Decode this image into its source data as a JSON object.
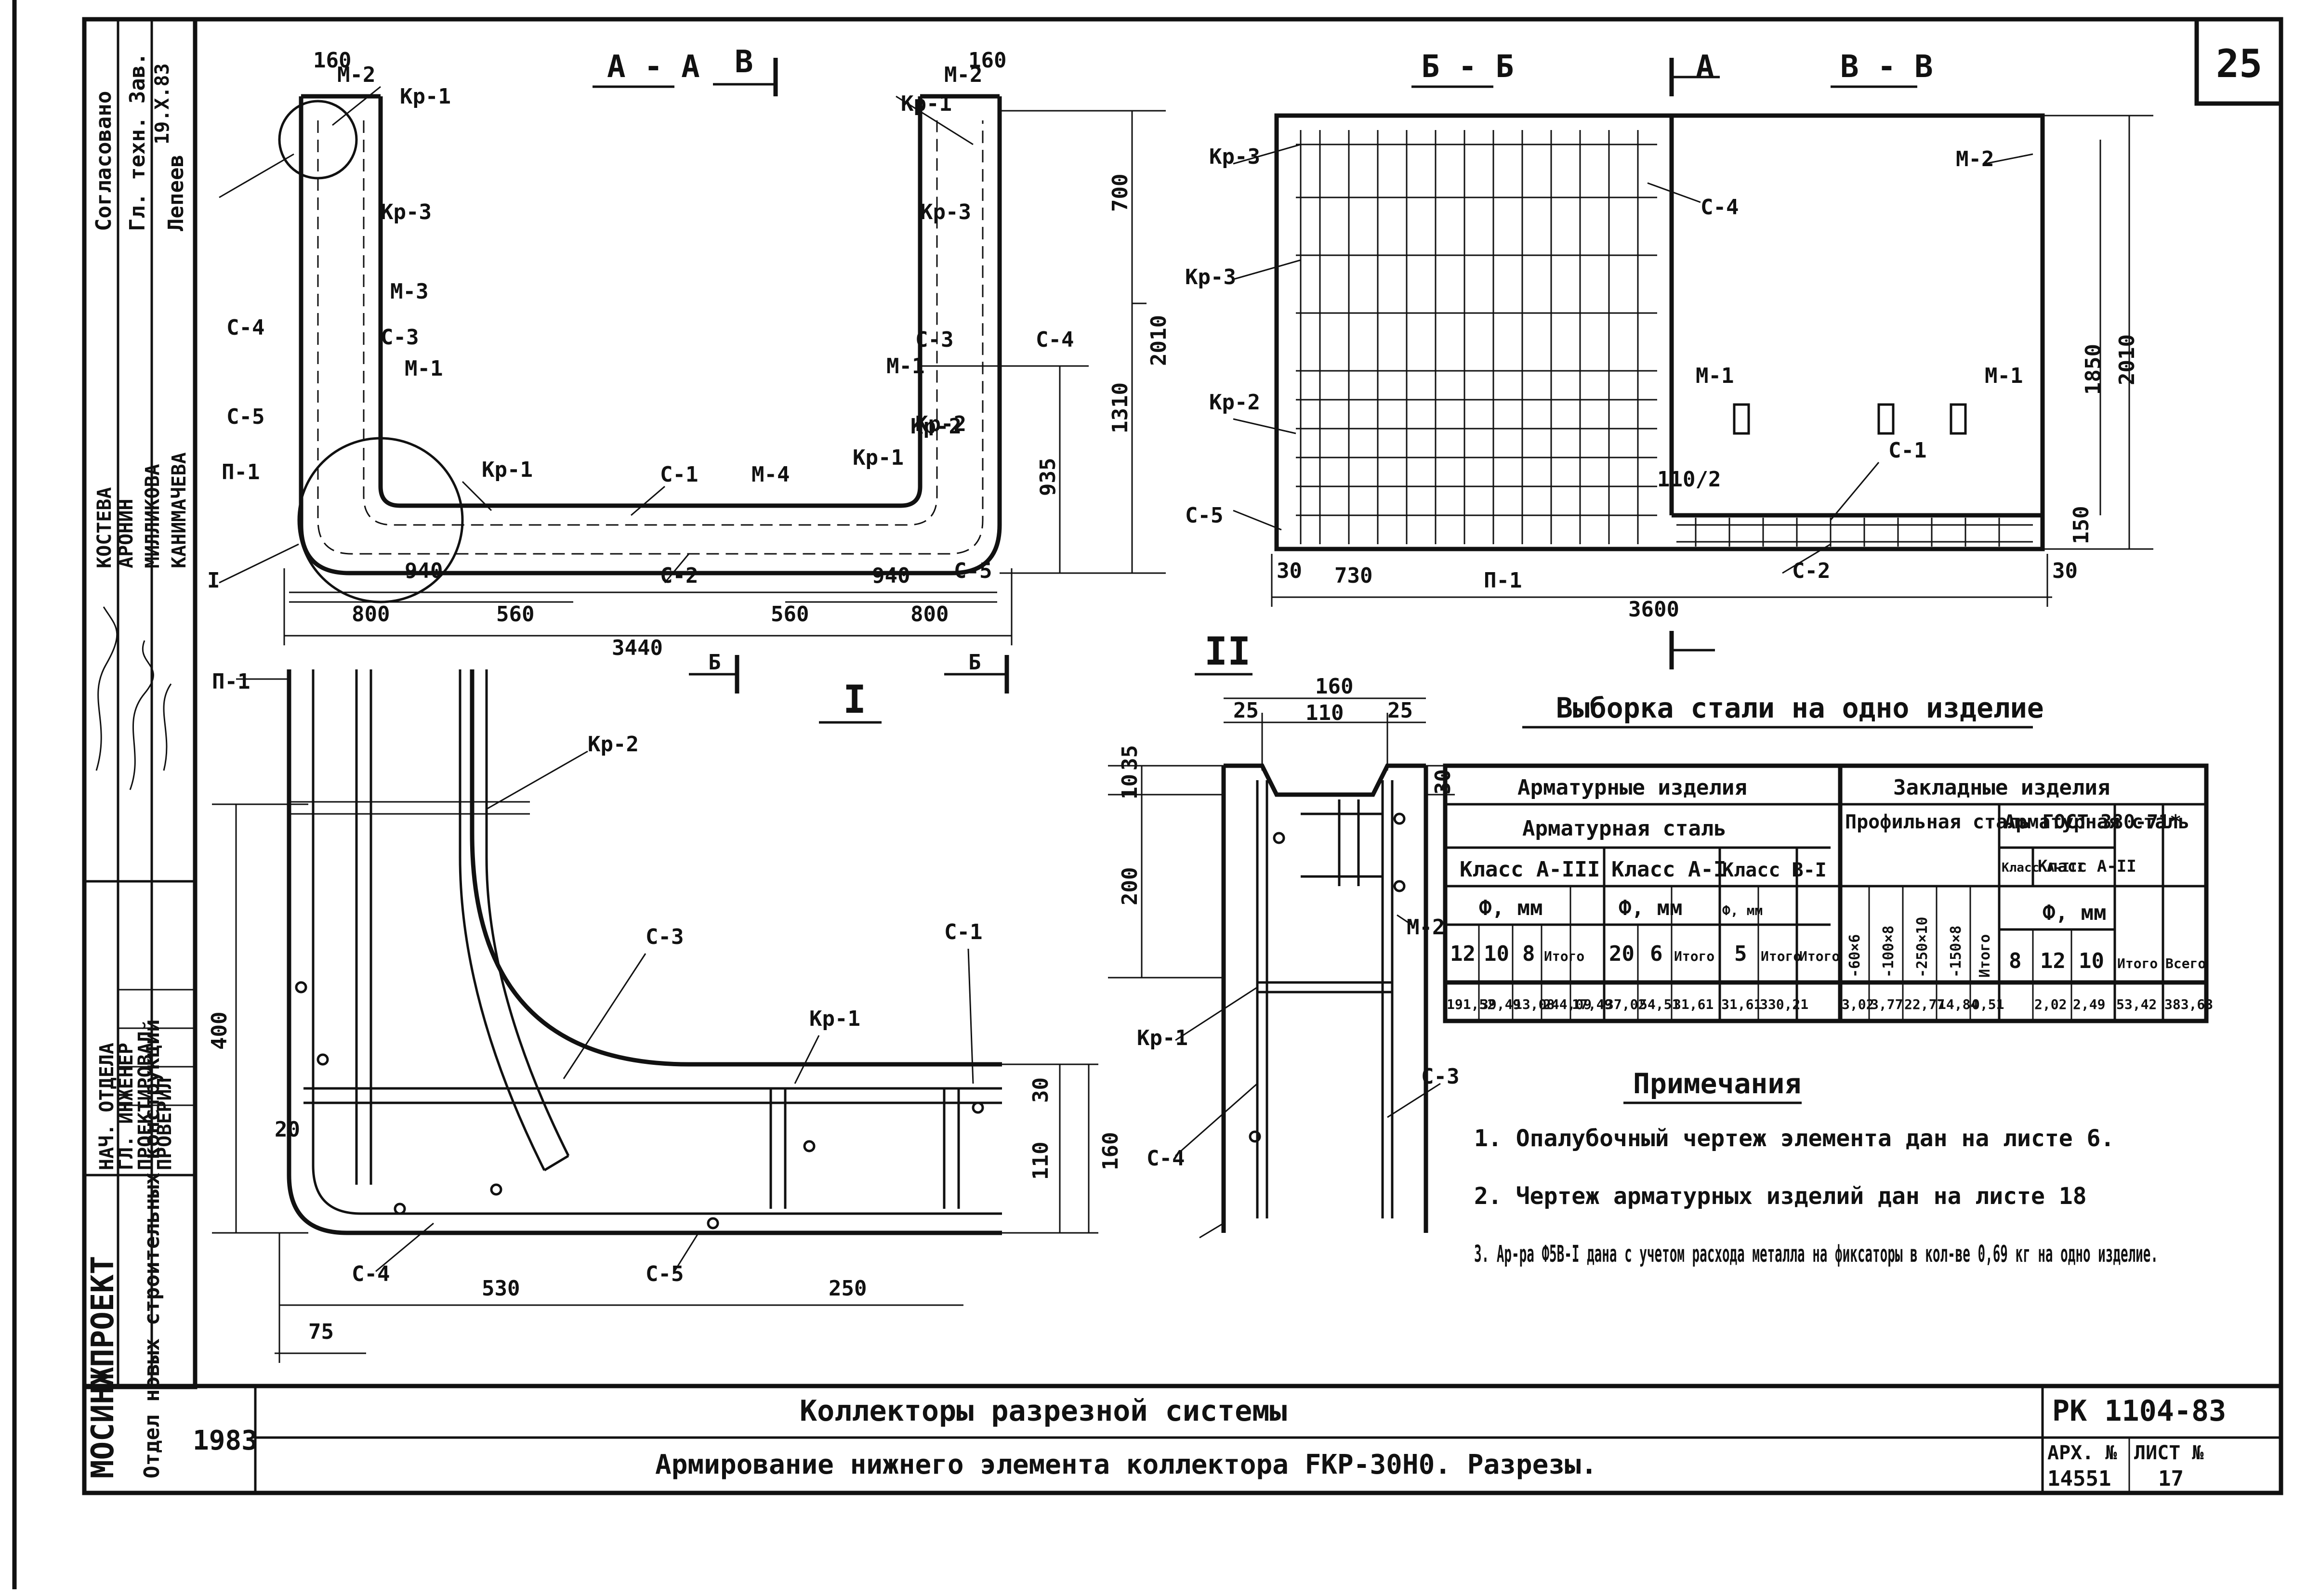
{
  "sheet": {
    "page_number": "25",
    "code": "PK 1104-83",
    "year": "1983",
    "title_main": "Коллекторы разрезной системы",
    "title_sub": "Армирование нижнего элемента коллектора FKP-30H0. Разрезы.",
    "arch_no_label": "АРХ. №",
    "arch_no": "14551",
    "sheet_label": "ЛИСТ №",
    "sheet_no": "17",
    "organization": "МОСИНЖПРОЕКТ",
    "department": "Отдел новых строительных конструкций"
  },
  "stamp": {
    "agreed": [
      "Согласовано",
      "Гл. техн. Зав.",
      "Лепеев"
    ],
    "agreed_sign_date": "19.X.83",
    "roles": [
      "НАЧ. ОТДЕЛА",
      "ГЛ. ИНЖЕНЕР",
      "ПРОЕКТИРОВАЛ",
      "ПРОВЕРИЛ"
    ],
    "names": [
      "КОСТЕВА",
      "АРОНИН",
      "МИЛЛИКОВА",
      "КАНИМАЧЕВА"
    ]
  },
  "section_aa": {
    "title": "А - А",
    "cut_mark": "В",
    "labels": [
      "М-2",
      "Кр-1",
      "Кр-3",
      "М-3",
      "С-4",
      "С-3",
      "М-1",
      "С-5",
      "П-1",
      "I",
      "Кр-1",
      "С-1",
      "М-4",
      "С-2",
      "Кр-2",
      "С-5",
      "М-2",
      "Кр-1",
      "Кр-3",
      "С-3",
      "С-4",
      "М-1",
      "Кр-2",
      "Кр-1"
    ],
    "dims": [
      "160",
      "160",
      "700",
      "2010",
      "1310",
      "935",
      "940",
      "940",
      "800",
      "560",
      "560",
      "800",
      "3440"
    ],
    "cut_marks_bottom": [
      "Б",
      "Б"
    ]
  },
  "section_bb": {
    "title_left": "Б - Б",
    "title_right": "В - В",
    "cut_mark": "А",
    "labels": [
      "Кр-3",
      "С-4",
      "М-2",
      "Кр-3",
      "М-1",
      "М-1",
      "Кр-2",
      "С-1",
      "С-5",
      "П-1",
      "С-2"
    ],
    "dims": [
      "1850",
      "2010",
      "110/2",
      "30",
      "730",
      "3600",
      "150",
      "30"
    ]
  },
  "detail_1": {
    "title": "I",
    "labels": [
      "П-1",
      "Кр-2",
      "С-3",
      "С-1",
      "Кр-1",
      "С-4",
      "С-5"
    ],
    "dims": [
      "400",
      "20",
      "30",
      "110",
      "160",
      "530",
      "250",
      "75"
    ]
  },
  "detail_2": {
    "title": "II",
    "labels": [
      "М-2",
      "Кр-1",
      "С-4",
      "С-3"
    ],
    "dims": [
      "160",
      "25",
      "110",
      "25",
      "10",
      "35",
      "200",
      "30"
    ]
  },
  "steel_table": {
    "title": "Выборка стали на одно изделие",
    "group_rebar": "Арматурные изделия",
    "group_embedded": "Закладные изделия",
    "rebar_steel": "Арматурная сталь",
    "class_a3": "Класс А-III",
    "class_a1": "Класс А-I",
    "class_b1": "Класс В-I",
    "profile_steel": "Профильная сталь ГОСТ 380-71*",
    "embedded_rebar": "Арматурная сталь",
    "emb_class_a3": "Класс А-III",
    "emb_class_a2": "Класс А-II",
    "phi_mm": "Ф, мм",
    "total": "Итого",
    "grand_total": "Всего",
    "diam_a3": [
      "12",
      "10",
      "8"
    ],
    "diam_a1": [
      "20",
      "6"
    ],
    "diam_b1": [
      "5"
    ],
    "profiles": [
      "-60×6",
      "-100×8",
      "-250×10",
      "-150×8"
    ],
    "emb_diam": [
      "8",
      "12",
      "10"
    ],
    "values": [
      "191,52",
      "39,49",
      "13,08",
      "244,09",
      "17,49",
      "37,02",
      "54,51",
      "31,61",
      "31,61",
      "330,21",
      "3,02",
      "3,77",
      "22,77",
      "14,84",
      "0,51",
      "2,02",
      "2,49",
      "53,42",
      "383,63"
    ]
  },
  "notes": {
    "title": "Примечания",
    "items": [
      "1. Опалубочный чертеж элемента дан на листе 6.",
      "2. Чертеж арматурных изделий дан на листе 18",
      "3. Ар-ра Ф5В-I дана с учетом расхода металла на фиксаторы в кол-ве 0,69 кг на одно изделие."
    ]
  }
}
